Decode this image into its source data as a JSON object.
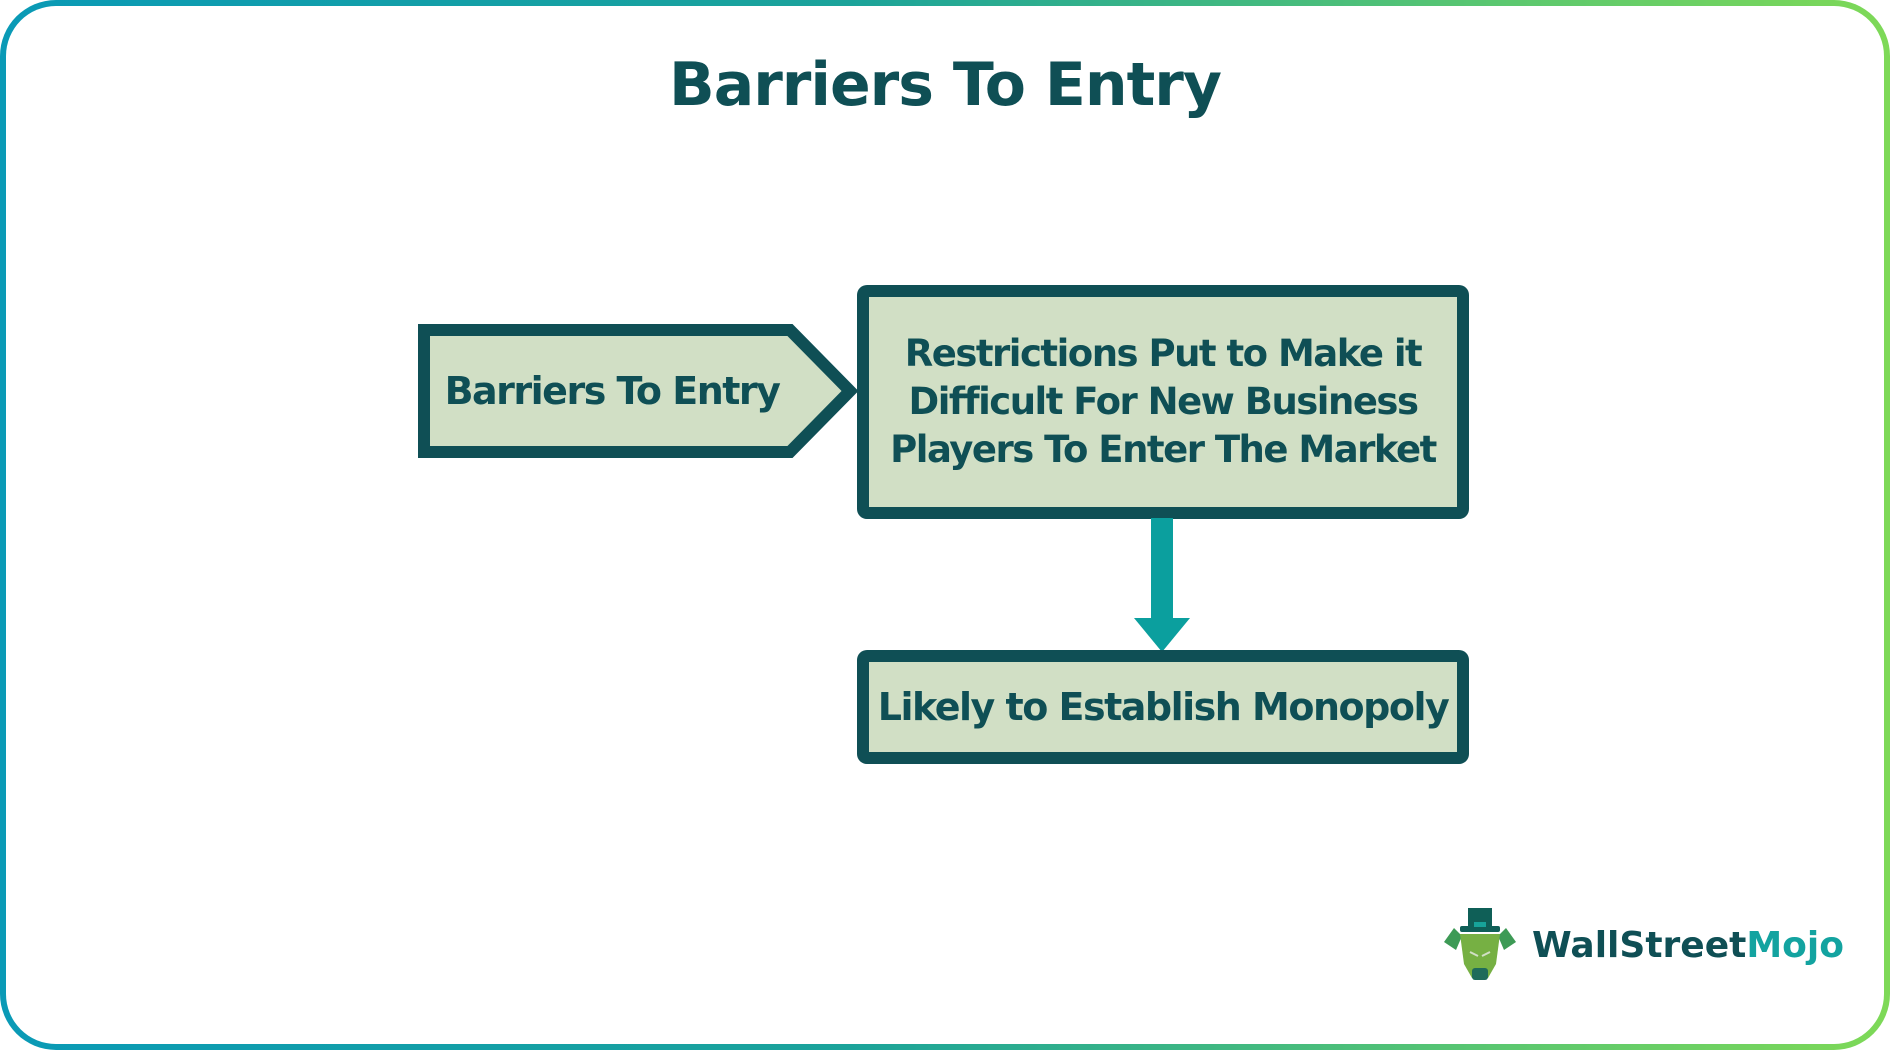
{
  "title": "Barriers To Entry",
  "diagram": {
    "nodes": [
      {
        "id": "start",
        "shape": "chevron-right",
        "label": "Barriers To Entry"
      },
      {
        "id": "definition",
        "shape": "rectangle",
        "label": "Restrictions Put to Make it Difficult For New Business Players To Enter The Market"
      },
      {
        "id": "result",
        "shape": "rectangle",
        "label": "Likely to Establish Monopoly"
      }
    ],
    "edges": [
      {
        "from": "start",
        "to": "definition",
        "style": "adjacent-pointer"
      },
      {
        "from": "definition",
        "to": "result",
        "style": "down-arrow"
      }
    ]
  },
  "colors": {
    "node_fill": "#d1dfc5",
    "node_border": "#0f4f55",
    "text": "#0f4f55",
    "arrow": "#0b9f9e",
    "frame_gradient_start": "#0a9ab6",
    "frame_gradient_end": "#7ed957"
  },
  "logo": {
    "part1": "WallStreet",
    "part2": "Mojo",
    "icon": "bull-with-top-hat-icon"
  }
}
